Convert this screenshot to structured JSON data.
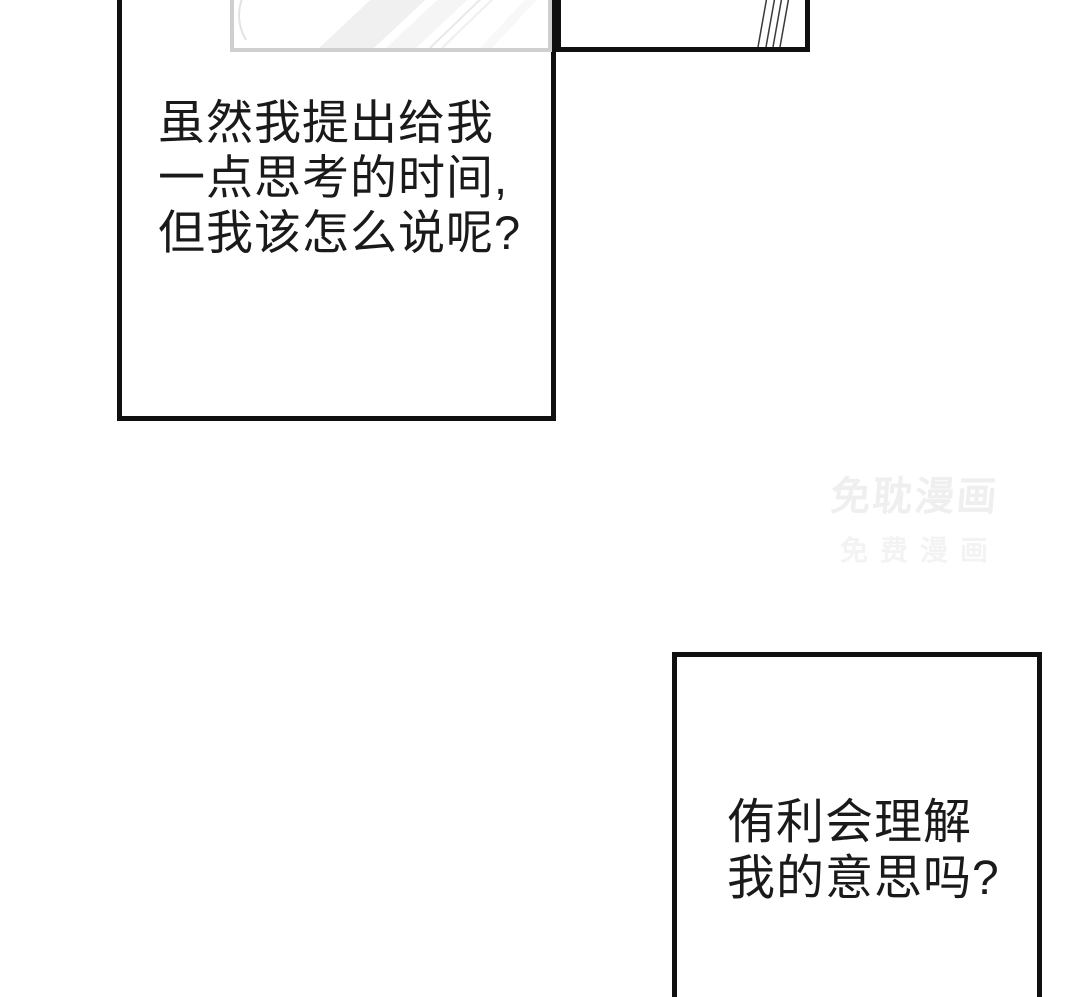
{
  "page": {
    "type": "comic-page",
    "background": "#ffffff"
  },
  "colors": {
    "panel_border": "#101010",
    "speech_text": "#1a1a1a",
    "image_panel_border": "#cfcfcf",
    "shine_band": "#f0f0f0",
    "shine_band_light": "#f5f5f5",
    "motion_line": "#3a3a3a",
    "watermark_title_color": "#efefef",
    "watermark_subtitle_color": "#f3f3f3"
  },
  "speech_bubbles": [
    {
      "id": "bubble-1",
      "lines": [
        "虽然我提出给我",
        "一点思考的时间,",
        "但我该怎么说呢?"
      ]
    },
    {
      "id": "bubble-2",
      "lines": [
        "侑利会理解",
        "我的意思吗?"
      ]
    }
  ],
  "watermark": {
    "title": "免耽漫画",
    "subtitle": "免费漫画"
  }
}
